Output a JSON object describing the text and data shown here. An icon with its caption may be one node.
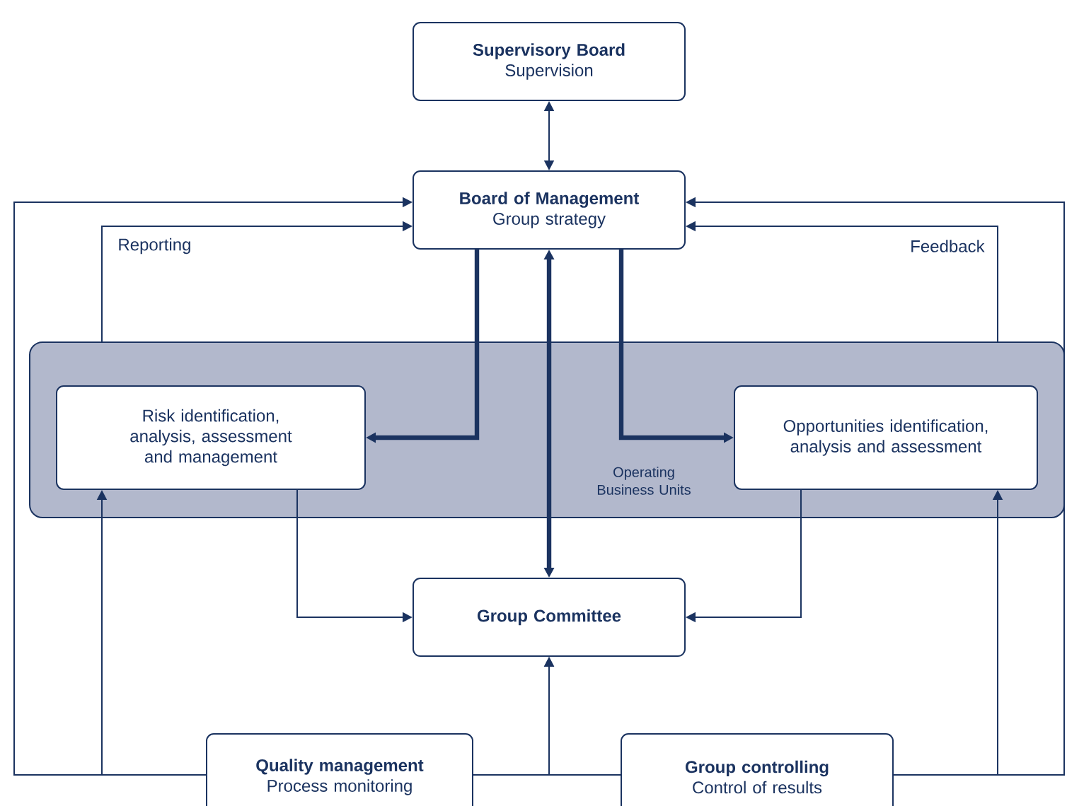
{
  "diagram": {
    "nodes": [
      {
        "text": [
          "Supervisory Board",
          "Supervision"
        ]
      },
      {
        "text": [
          "Board of Management",
          "Group strategy"
        ]
      },
      {
        "text": [
          "Operating Business Units"
        ]
      },
      {
        "text": [
          "Risk identification, analysis, assessment and management"
        ],
        "in": 2
      },
      {
        "text": [
          "Opportunities identification, analysis and assessment"
        ],
        "in": 2
      },
      {
        "text": [
          "Group Committee"
        ]
      },
      {
        "text": [
          "Quality management",
          "Process monitoring"
        ]
      },
      {
        "text": [
          "Group controlling",
          "Control of results"
        ]
      }
    ],
    "edges": [
      {
        "from": 0,
        "to": 1,
        "arrow": "both"
      },
      {
        "from": 1,
        "to": 3,
        "arrow": "to",
        "style": "thick"
      },
      {
        "from": 1,
        "to": 4,
        "arrow": "to",
        "style": "thick"
      },
      {
        "from": 1,
        "to": 5,
        "arrow": "both",
        "style": "thick"
      },
      {
        "from": 2,
        "to": 1,
        "arrow": "to",
        "label": "Reporting"
      },
      {
        "from": 2,
        "to": 1,
        "arrow": "to",
        "label": "Feedback"
      },
      {
        "from": 3,
        "to": 5,
        "arrow": "to"
      },
      {
        "from": 4,
        "to": 5,
        "arrow": "to"
      },
      {
        "from": 6,
        "to": 1,
        "arrow": "to"
      },
      {
        "from": 6,
        "to": 3,
        "arrow": "to"
      },
      {
        "from": 6,
        "to": 5,
        "arrow": "to"
      },
      {
        "from": 7,
        "to": 5,
        "arrow": "to"
      },
      {
        "from": 7,
        "to": 4,
        "arrow": "to"
      },
      {
        "from": 7,
        "to": 1,
        "arrow": "to"
      }
    ]
  }
}
